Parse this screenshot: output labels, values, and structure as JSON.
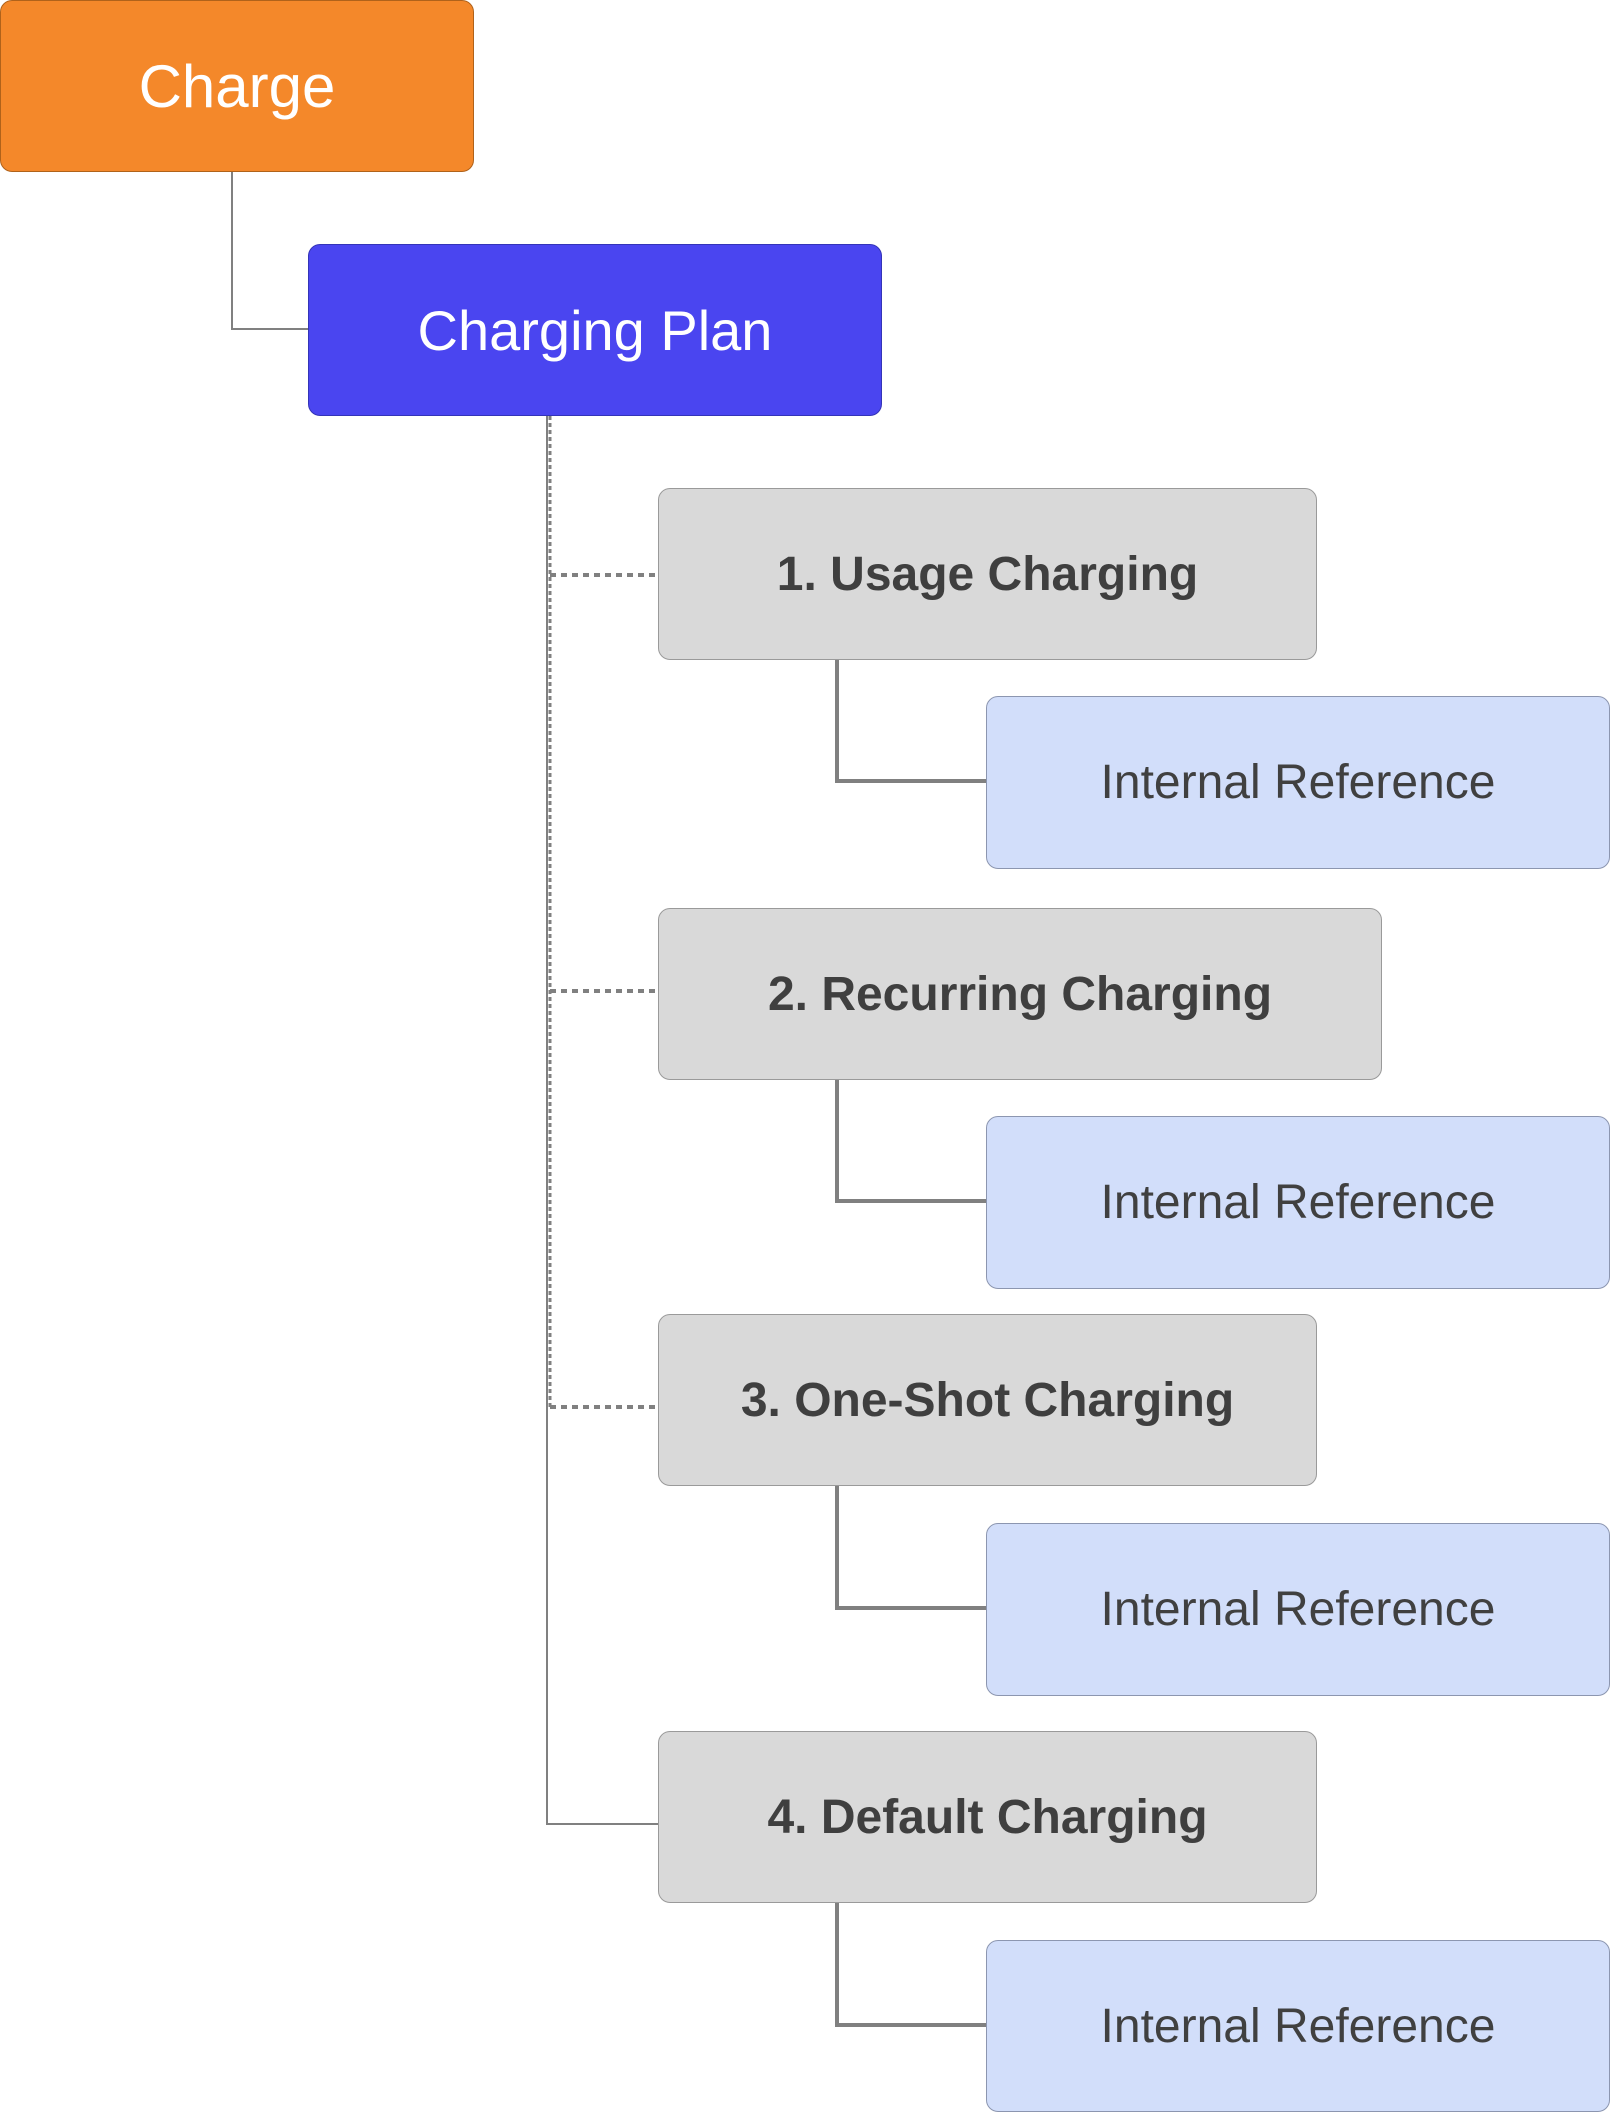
{
  "root": {
    "label": "Charge"
  },
  "plan": {
    "label": "Charging Plan"
  },
  "categories": [
    {
      "label": "1. Usage Charging",
      "reference": "Internal Reference"
    },
    {
      "label": "2. Recurring Charging",
      "reference": "Internal Reference"
    },
    {
      "label": "3. One-Shot Charging",
      "reference": "Internal Reference"
    },
    {
      "label": "4. Default Charging",
      "reference": "Internal Reference"
    }
  ],
  "colors": {
    "root": "#f4882a",
    "plan": "#4a45f0",
    "category": "#d9d9d9",
    "reference": "#d2defa",
    "connector": "#808080"
  }
}
